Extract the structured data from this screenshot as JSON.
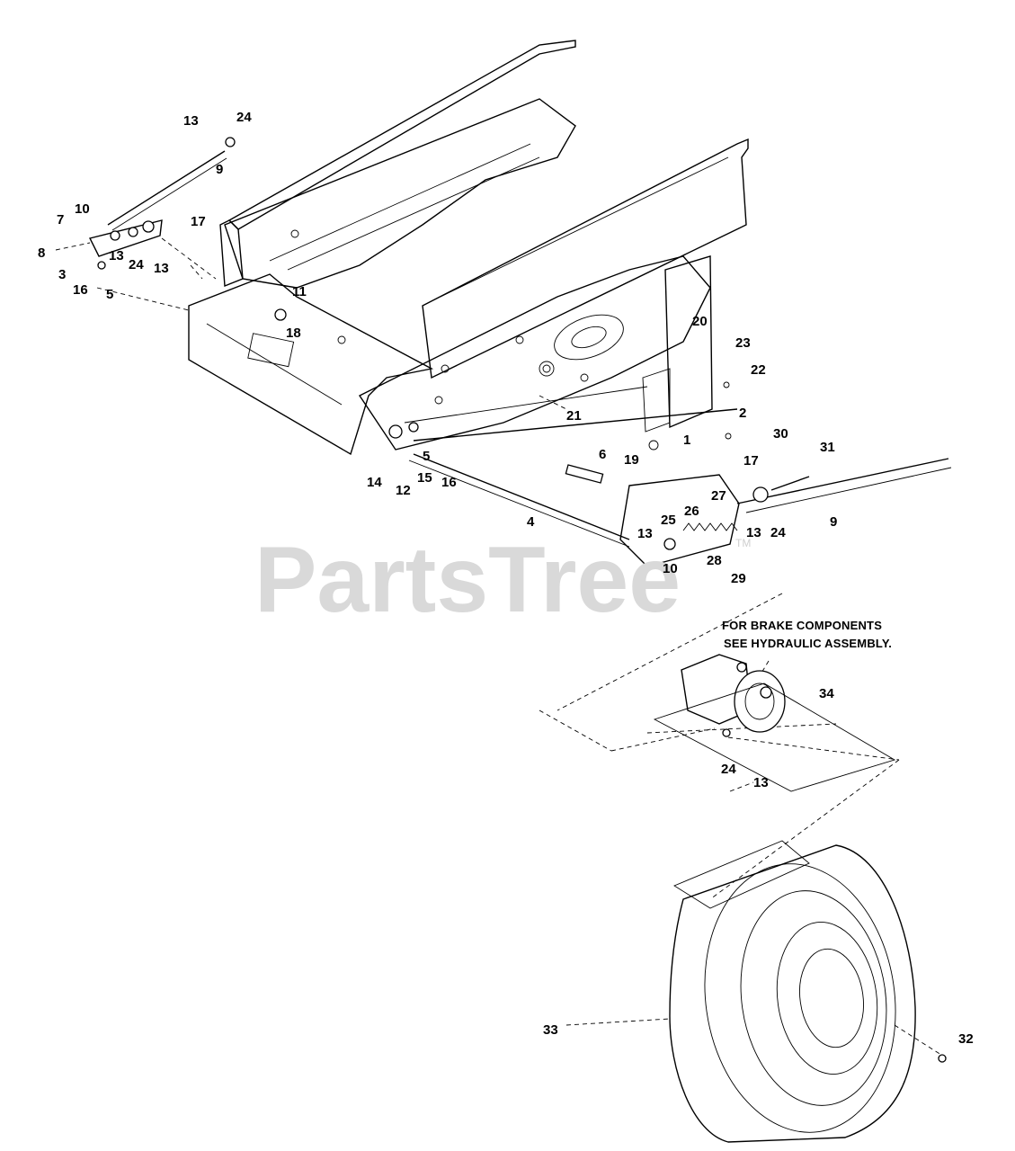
{
  "watermark": {
    "text": "PartsTree",
    "tm": "TM"
  },
  "note": {
    "line1": "FOR BRAKE COMPONENTS",
    "line2": "SEE HYDRAULIC ASSEMBLY."
  },
  "callouts": [
    "13",
    "24",
    "9",
    "7",
    "10",
    "8",
    "3",
    "16",
    "13",
    "24",
    "13",
    "5",
    "17",
    "11",
    "18",
    "20",
    "23",
    "22",
    "21",
    "2",
    "1",
    "19",
    "6",
    "30",
    "31",
    "17",
    "14",
    "12",
    "15",
    "5",
    "16",
    "4",
    "13",
    "25",
    "26",
    "27",
    "13",
    "24",
    "9",
    "10",
    "28",
    "29",
    "34",
    "24",
    "13",
    "33",
    "32"
  ],
  "colors": {
    "ink": "#000000",
    "watermark": "#d9d9d9",
    "background": "#ffffff"
  }
}
